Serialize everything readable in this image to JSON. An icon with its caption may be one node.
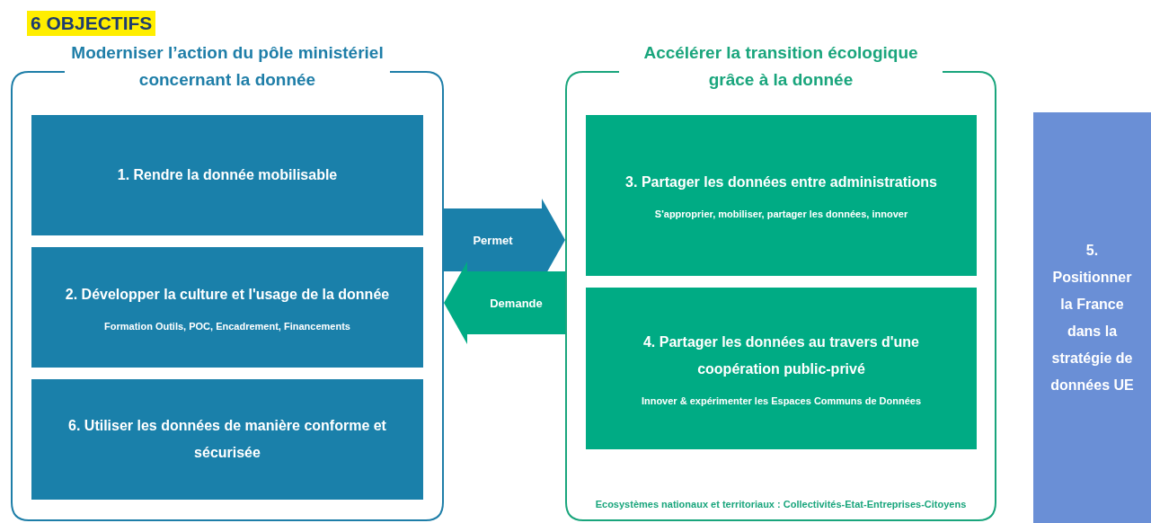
{
  "diagram": {
    "title": "6 OBJECTIFS",
    "nodes": [
      {
        "text": [
          "Moderniser l’action du pôle ministériel concernant la donnée"
        ]
      },
      {
        "text": [
          "1. Rendre la donnée mobilisable"
        ],
        "in": 0
      },
      {
        "text": [
          "2. Développer la culture et l'usage de la donnée",
          "Formation Outils, POC, Encadrement, Financements"
        ],
        "in": 0
      },
      {
        "text": [
          "6. Utiliser les données de manière conforme et sécurisée"
        ],
        "in": 0
      },
      {
        "text": [
          "Accélérer la transition écologique grâce à la donnée",
          "Ecosystèmes nationaux et territoriaux : Collectivités-Etat-Entreprises-Citoyens"
        ]
      },
      {
        "text": [
          "3. Partager les données entre administrations",
          "S'approprier, mobiliser, partager les données, innover"
        ],
        "in": 4
      },
      {
        "text": [
          "4. Partager les données au travers d'une coopération public-privé",
          "Innover & expérimenter les Espaces Communs de Données"
        ],
        "in": 4
      },
      {
        "text": [
          "5. Positionner la France dans la stratégie de données UE"
        ]
      }
    ],
    "edges": [
      {
        "from": 0,
        "to": 4,
        "arrow": "to",
        "label": "Permet",
        "color": "#1a80aa"
      },
      {
        "from": 4,
        "to": 0,
        "arrow": "to",
        "label": "Demande",
        "color": "#00ab84"
      }
    ]
  }
}
